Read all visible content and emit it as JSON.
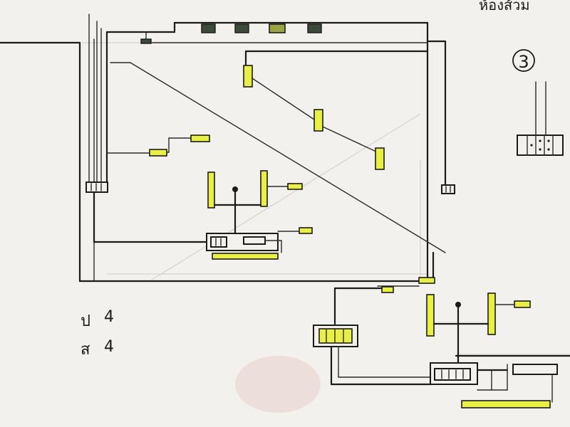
{
  "page": {
    "corner_label": "ห้องส้วม",
    "room_number": "3"
  },
  "notes": [
    {
      "label": "ป",
      "value": "4"
    },
    {
      "label": "ส",
      "value": "4"
    }
  ],
  "colors": {
    "ink": "#1b1b1b",
    "highlight": "#e9ef45",
    "paper": "#f3f1ee",
    "dark_fixture": "#3c4a3a"
  }
}
